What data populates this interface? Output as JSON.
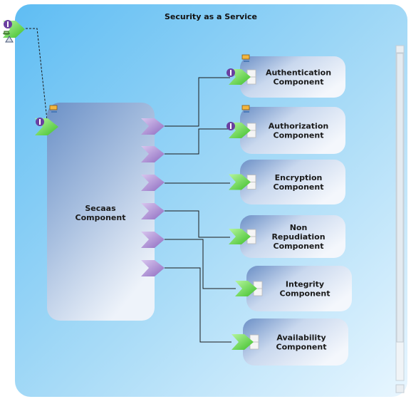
{
  "diagram": {
    "title": "Security as a Service",
    "composite": {
      "label_line1": "Secaas",
      "label_line2": "Component"
    },
    "components": [
      {
        "lines": [
          "Authentication",
          "Component"
        ]
      },
      {
        "lines": [
          "Authorization",
          "Component"
        ]
      },
      {
        "lines": [
          "Encryption",
          "Component"
        ]
      },
      {
        "lines": [
          "Non",
          "Repudiation",
          "Component"
        ]
      },
      {
        "lines": [
          "Integrity",
          "Component"
        ]
      },
      {
        "lines": [
          "Availability",
          "Component"
        ]
      }
    ],
    "colors": {
      "canvas_top": "#6ec6f5",
      "canvas_bottom": "#eef8ff",
      "composite_top": "#6e93c8",
      "composite_bottom": "#eef3fa",
      "service_green": "#66d84a",
      "reference_purple": "#b79ad8",
      "wire": "#1a1a1a"
    }
  }
}
